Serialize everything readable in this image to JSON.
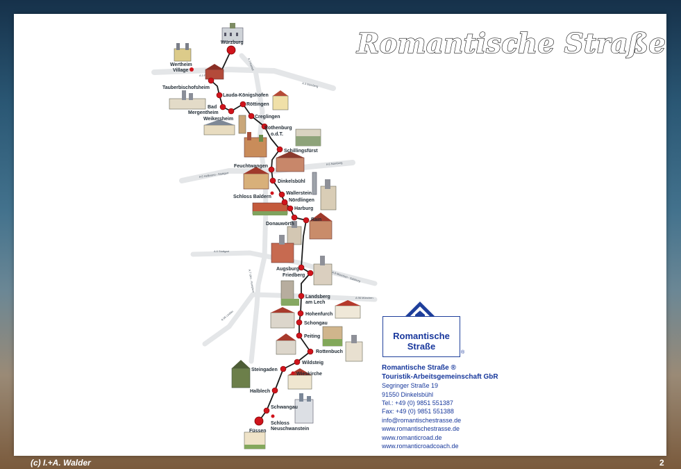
{
  "title": "Romantische Straße",
  "footer": {
    "credit": "(c) I.+A. Walder",
    "page": "2"
  },
  "logo": {
    "line1": "Romantische",
    "line2": "Straße",
    "registered": "®"
  },
  "contact": {
    "org_line1": "Romantische Straße ®",
    "org_line2": "Touristik-Arbeitsgemeinschaft GbR",
    "street": "Segringer Straße 19",
    "city": "91550 Dinkelsbühl",
    "tel": "Tel.: +49 (0) 9851 551387",
    "fax": "Fax: +49 (0) 9851 551388",
    "email": "info@romantischestrasse.de",
    "web1": "www.romantischestrasse.de",
    "web2": "www.romanticroad.de",
    "web3": "www.romanticroadcoach.de"
  },
  "places": [
    {
      "label": "Würzburg"
    },
    {
      "label": "Wertheim"
    },
    {
      "label": "Village"
    },
    {
      "label": "Tauberbischofsheim"
    },
    {
      "label": "Lauda-Königshofen"
    },
    {
      "label": "Bad"
    },
    {
      "label": "Mergentheim"
    },
    {
      "label": "Röttingen"
    },
    {
      "label": "Weikersheim"
    },
    {
      "label": "Creglingen"
    },
    {
      "label": "Rothenburg"
    },
    {
      "label": "o.d.T."
    },
    {
      "label": "Schillingsfürst"
    },
    {
      "label": "Feuchtwangen"
    },
    {
      "label": "Dinkelsbühl"
    },
    {
      "label": "Wallerstein"
    },
    {
      "label": "Schloss Baldern"
    },
    {
      "label": "Nördlingen"
    },
    {
      "label": "Harburg"
    },
    {
      "label": "Donauwörth"
    },
    {
      "label": "Rain"
    },
    {
      "label": "Augsburg"
    },
    {
      "label": "Friedberg"
    },
    {
      "label": "Landsberg"
    },
    {
      "label": "am Lech"
    },
    {
      "label": "Hohenfurch"
    },
    {
      "label": "Schongau"
    },
    {
      "label": "Peiting"
    },
    {
      "label": "Rottenbuch"
    },
    {
      "label": "Wildsteig"
    },
    {
      "label": "Steingaden"
    },
    {
      "label": "Wieskirche"
    },
    {
      "label": "Halblech"
    },
    {
      "label": "Schwangau"
    },
    {
      "label": "Schloss"
    },
    {
      "label": "Neuschwanstein"
    },
    {
      "label": "Füssen"
    }
  ],
  "roads": [
    {
      "label": "A 3 Frankfurt"
    },
    {
      "label": "A 3 Nürnberg"
    },
    {
      "label": "A 7 Kassel"
    },
    {
      "label": "A 6 Heilbronn - Stuttgart"
    },
    {
      "label": "A 6 Nürnberg"
    },
    {
      "label": "A 8 Stuttgart"
    },
    {
      "label": "A 7 Ulm - Kempten"
    },
    {
      "label": "A 8 München - Salzburg"
    },
    {
      "label": "A 96 München"
    },
    {
      "label": "A 96 Lindau"
    }
  ],
  "colors": {
    "route": "#1a1a1a",
    "stop": "#d0141c",
    "brand_blue": "#1f3f9b",
    "road": "#e4e6e8"
  }
}
